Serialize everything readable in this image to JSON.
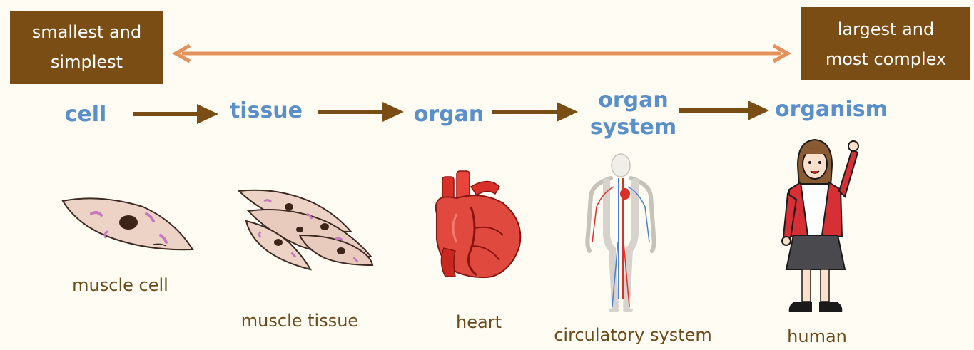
{
  "left_box": {
    "line1": "smallest and",
    "line2": "simplest"
  },
  "right_box": {
    "line1": "largest and",
    "line2": "most complex"
  },
  "levels": [
    {
      "label": "cell",
      "caption": "muscle cell"
    },
    {
      "label": "tissue",
      "caption": "muscle tissue"
    },
    {
      "label": "organ",
      "caption": "heart"
    },
    {
      "label_line1": "organ",
      "label_line2": "system",
      "caption": "circulatory system"
    },
    {
      "label": "organism",
      "caption": "human"
    }
  ],
  "colors": {
    "box": "#7a4d15",
    "scale_arrow": "#e4925c",
    "step_arrow": "#7a4d15",
    "level_text": "#5b8fc9",
    "caption_text": "#6b4a1c",
    "background": "#fffdf3"
  },
  "icons": [
    "muscle-cell-icon",
    "muscle-tissue-icon",
    "heart-icon",
    "circulatory-system-icon",
    "human-icon"
  ]
}
